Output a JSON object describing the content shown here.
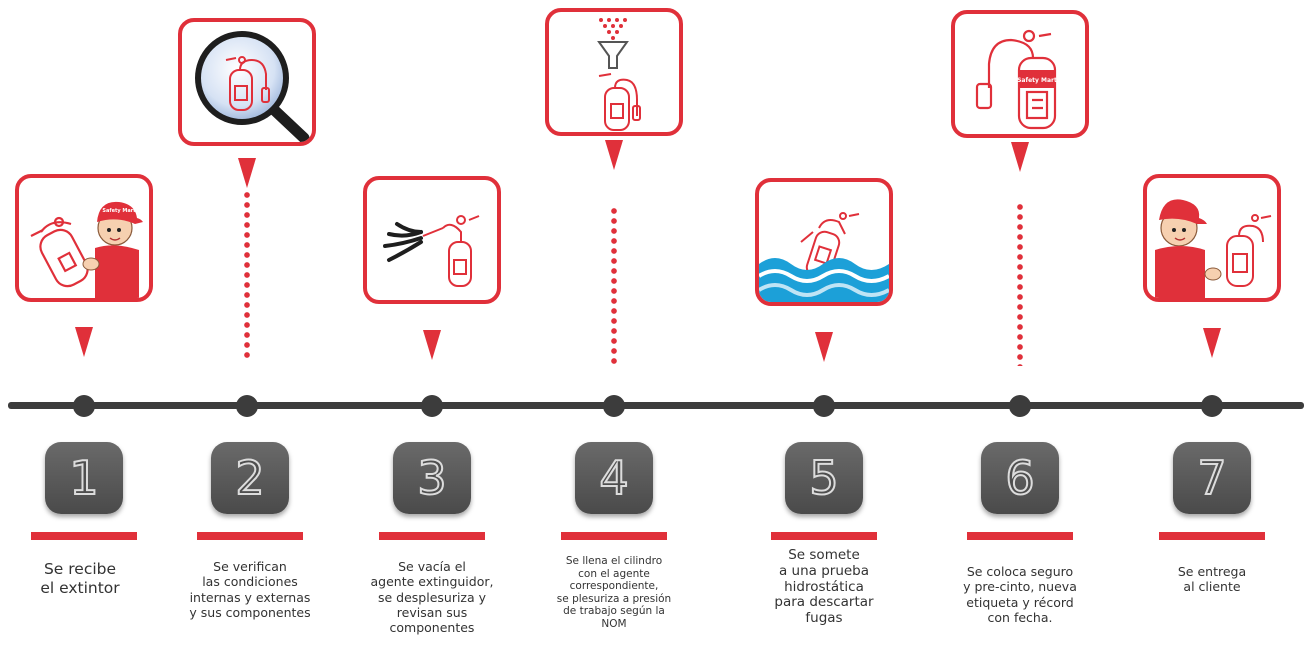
{
  "accent_color": "#e0303a",
  "timeline_color": "#3c3c3c",
  "steps": [
    {
      "number": "1",
      "lines": [
        "Se recibe",
        "el extintor"
      ],
      "icon": "mascot-holding-extinguisher-icon"
    },
    {
      "number": "2",
      "lines": [
        "Se verifican",
        "las condiciones",
        "internas y externas",
        "y sus componentes"
      ],
      "icon": "magnifier-extinguisher-icon"
    },
    {
      "number": "3",
      "lines": [
        "Se vacía el",
        "agente extinguidor,",
        "se desplesuriza y",
        "revisan sus",
        "componentes"
      ],
      "icon": "discharging-extinguisher-icon"
    },
    {
      "number": "4",
      "lines": [
        "Se llena el cilindro",
        "con el agente",
        "correspondiente,",
        "se plesuriza a presión",
        "de trabajo según la",
        "NOM"
      ],
      "icon": "funnel-refill-extinguisher-icon"
    },
    {
      "number": "5",
      "lines": [
        "Se somete",
        "a una prueba",
        "hidrostática",
        "para descartar",
        "fugas"
      ],
      "icon": "extinguisher-in-water-icon"
    },
    {
      "number": "6",
      "lines": [
        "Se coloca seguro",
        "y pre-cinto, nueva",
        "etiqueta y récord",
        "con fecha."
      ],
      "icon": "labeled-extinguisher-icon"
    },
    {
      "number": "7",
      "lines": [
        "Se entrega",
        "al cliente"
      ],
      "icon": "mascot-delivering-extinguisher-icon"
    }
  ],
  "brand_cap_text": "Safety Mart",
  "label_text": "Safety Mart"
}
